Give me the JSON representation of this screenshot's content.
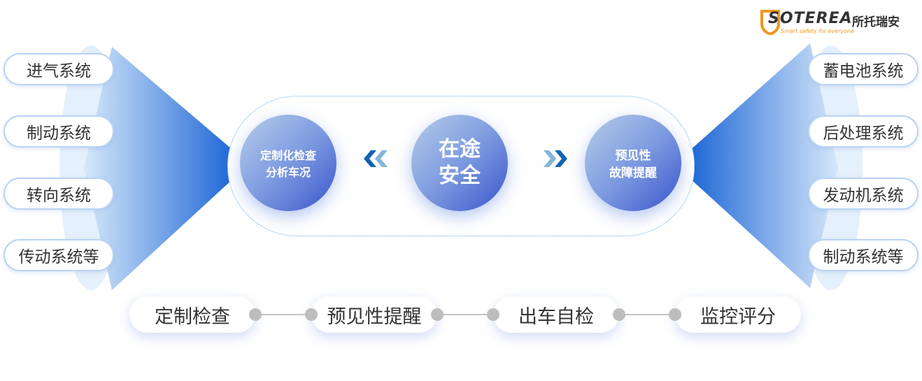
{
  "logo": {
    "brand": "SOTEREA",
    "cn": "所托瑞安",
    "tagline": "Smart safety for everyone",
    "accent": "#f0961e"
  },
  "left_items": [
    {
      "label": "进气系统"
    },
    {
      "label": "制动系统"
    },
    {
      "label": "转向系统"
    },
    {
      "label": "传动系统等"
    }
  ],
  "right_items": [
    {
      "label": "蓄电池系统"
    },
    {
      "label": "后处理系统"
    },
    {
      "label": "发动机系统"
    },
    {
      "label": "制动系统等"
    }
  ],
  "center": {
    "left_circle": {
      "line1": "定制化检查",
      "line2": "分析车况"
    },
    "middle_circle": {
      "line1": "在途",
      "line2": "安全"
    },
    "right_circle": {
      "line1": "预见性",
      "line2": "故障提醒"
    }
  },
  "steps": [
    {
      "label": "定制检查"
    },
    {
      "label": "预见性提醒"
    },
    {
      "label": "出车自检"
    },
    {
      "label": "监控评分"
    }
  ]
}
